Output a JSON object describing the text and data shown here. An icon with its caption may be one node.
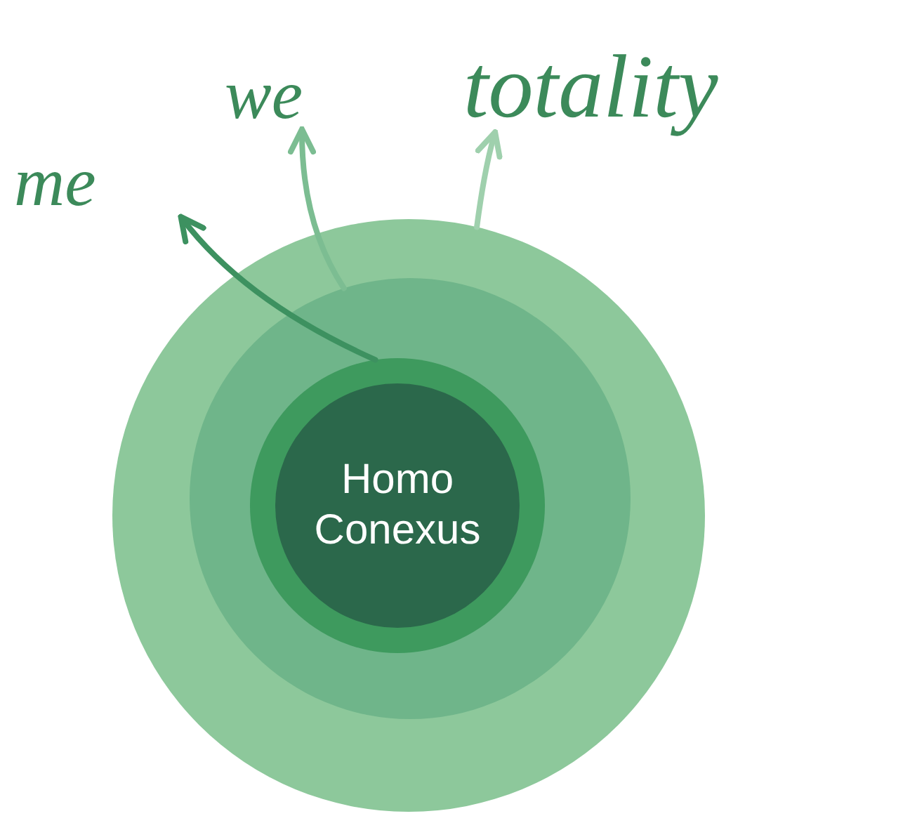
{
  "diagram": {
    "nodes": [
      {
        "text": [],
        "shape": "circle"
      },
      {
        "text": [],
        "shape": "circle",
        "in": 0
      },
      {
        "text": [],
        "shape": "circle",
        "in": 1
      },
      {
        "text": [
          "Homo Conexus"
        ],
        "in": 2
      },
      {
        "text": [
          "me"
        ]
      },
      {
        "text": [
          "we"
        ]
      },
      {
        "text": [
          "totality"
        ]
      }
    ],
    "edges": [
      {
        "from": 2,
        "to": 4,
        "arrow": "to",
        "color": "#3d9160"
      },
      {
        "from": 1,
        "to": 5,
        "arrow": "to",
        "color": "#7cbd92"
      },
      {
        "from": 0,
        "to": 6,
        "arrow": "to",
        "color": "#9fd0ad"
      }
    ]
  }
}
